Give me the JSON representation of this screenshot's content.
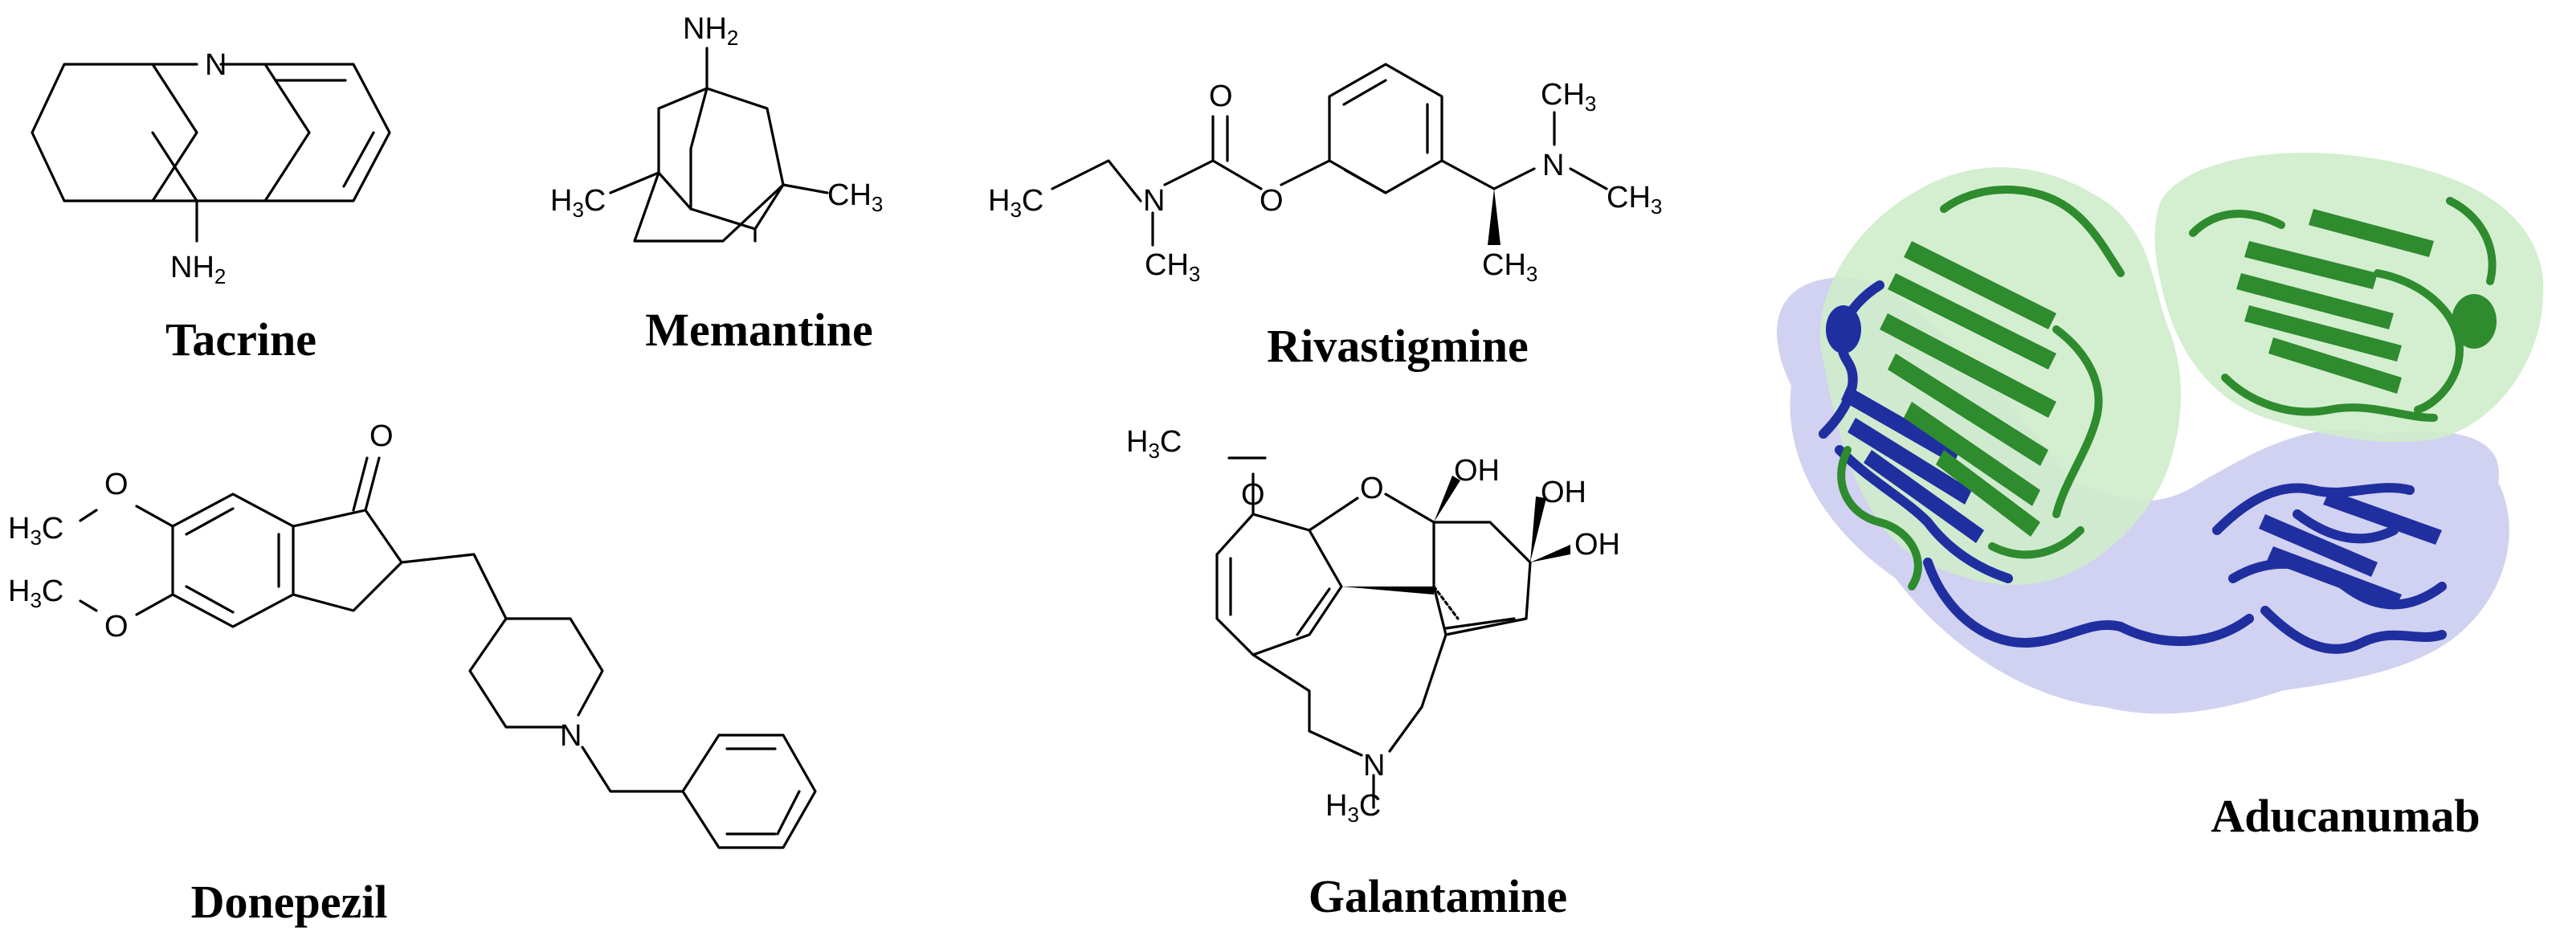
{
  "compounds": [
    {
      "id": "tacrine",
      "name": "Tacrine",
      "atoms": {
        "n": "N",
        "nh2": "NH",
        "sub2": "2"
      }
    },
    {
      "id": "memantine",
      "name": "Memantine",
      "atoms": {
        "nh2": "NH",
        "sub2": "2",
        "h3c": "H",
        "sub3a": "3",
        "c_left": "C",
        "ch3": "CH",
        "sub3b": "3"
      }
    },
    {
      "id": "rivastigmine",
      "name": "Rivastigmine",
      "atoms": {
        "o_carbonyl": "O",
        "o_ester": "O",
        "n_amide": "N",
        "n_amine": "N",
        "h3c": "H",
        "sub3": "3",
        "c": "C",
        "ch3": "CH",
        "sub3_": "3"
      }
    },
    {
      "id": "donepezil",
      "name": "Donepezil",
      "atoms": {
        "o_ketone": "O",
        "o1": "O",
        "o2": "O",
        "n": "N",
        "h3c": "H",
        "sub3": "3",
        "c": "C"
      }
    },
    {
      "id": "galantamine",
      "name": "Galantamine",
      "atoms": {
        "o_methoxy": "O",
        "o_ring": "O",
        "oh1": "OH",
        "oh2": "OH",
        "oh3": "OH",
        "n": "N",
        "h3c": "H",
        "sub3": "3",
        "c": "C"
      }
    },
    {
      "id": "aducanumab",
      "name": "Aducanumab"
    }
  ],
  "colors": {
    "heavy_chain": "#2e8b2e",
    "light_chain": "#1f2fa0",
    "heavy_surface": "#cfeccb",
    "light_surface": "#c9c9ef",
    "ink": "#000000"
  }
}
